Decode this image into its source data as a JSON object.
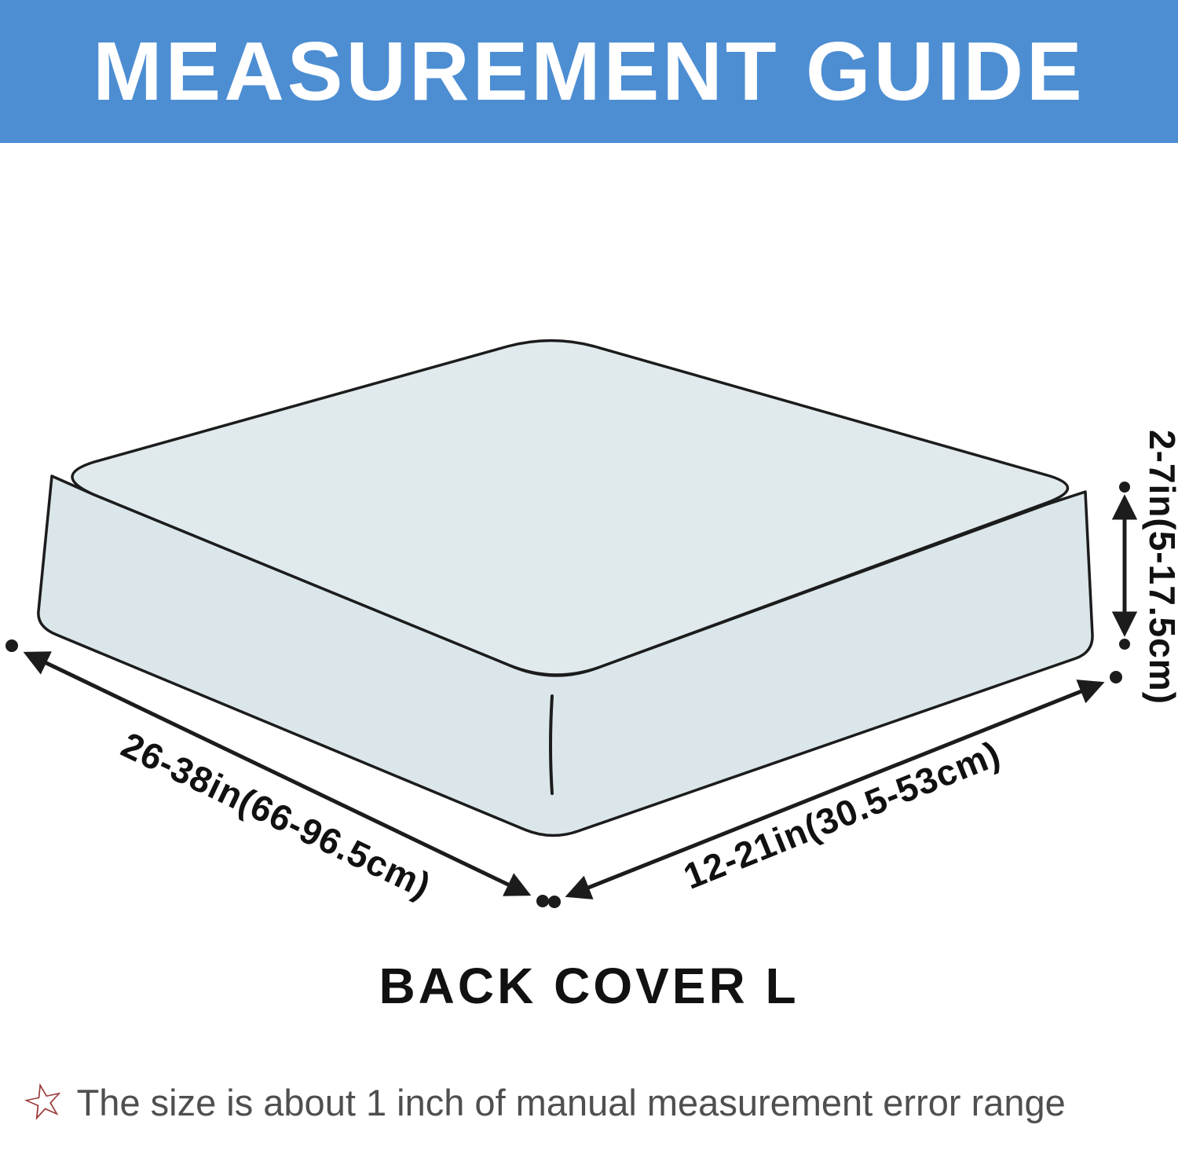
{
  "header": {
    "title": "MEASUREMENT GUIDE"
  },
  "product": {
    "label": "BACK COVER L"
  },
  "dimensions": {
    "width_label": "26-38in(66-96.5cm)",
    "depth_label": "12-21in(30.5-53cm)",
    "height_label": "2-7in(5-17.5cm)"
  },
  "footnote": {
    "icon": "star-outline-icon",
    "text": "The size is about 1 inch of manual measurement error range"
  },
  "colors": {
    "header_bg": "#4D8ED3",
    "header_text": "#FFFFFF",
    "cushion_top_fill": "#E0EAED",
    "cushion_side_fill": "#DAE6EA",
    "outline": "#1C1C1C",
    "footnote_text": "#4F4F4F",
    "star": "#9C3B3B"
  }
}
